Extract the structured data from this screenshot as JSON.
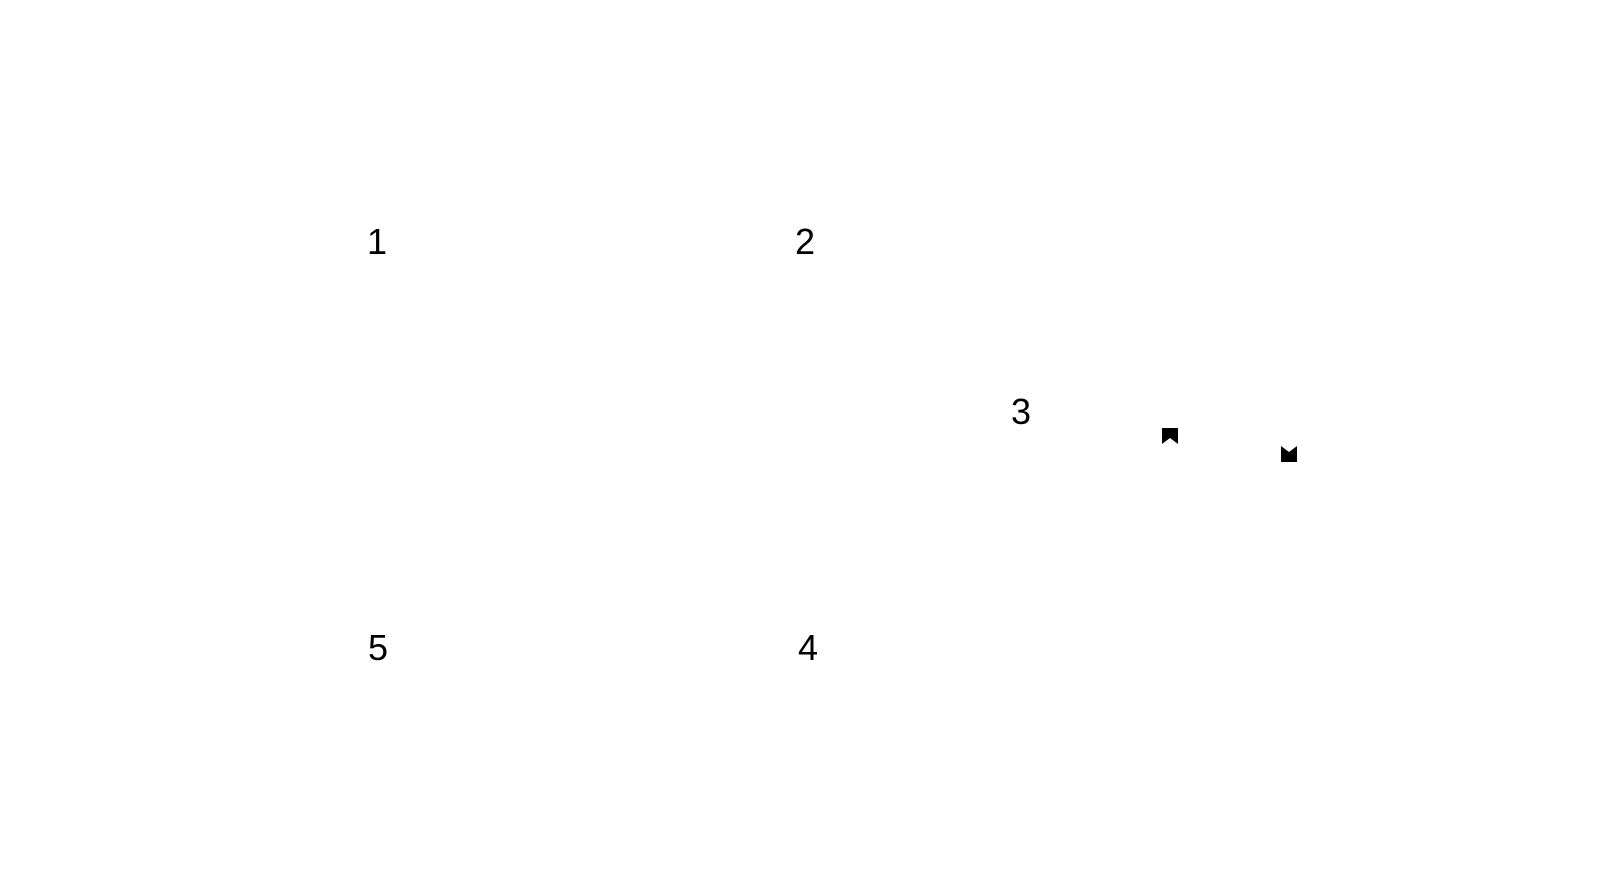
{
  "canvas": {
    "background_color": "#ffffff",
    "text_color": "#000000"
  },
  "labels": [
    {
      "id": "label-1",
      "text": "1"
    },
    {
      "id": "label-2",
      "text": "2"
    },
    {
      "id": "label-3",
      "text": "3"
    },
    {
      "id": "label-4",
      "text": "4"
    },
    {
      "id": "label-5",
      "text": "5"
    }
  ],
  "markers": [
    {
      "id": "marker-a",
      "icon": "bookmark-icon"
    },
    {
      "id": "marker-b",
      "icon": "notched-square-icon"
    }
  ]
}
